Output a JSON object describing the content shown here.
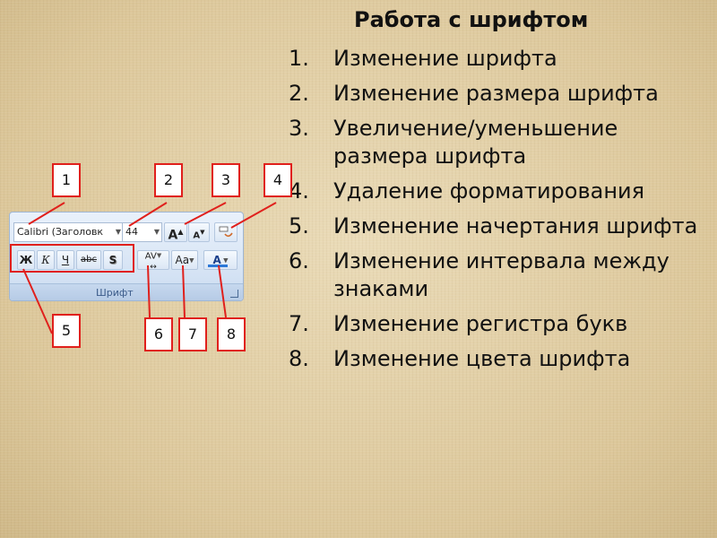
{
  "slide": {
    "title": "Работа с шрифтом",
    "items": [
      {
        "num": "1.",
        "text": "Изменение шрифта"
      },
      {
        "num": "2.",
        "text": "Изменение размера шрифта"
      },
      {
        "num": "3.",
        "text": "Увеличение/уменьшение размера шрифта"
      },
      {
        "num": "4.",
        "text": "Удаление форматирования"
      },
      {
        "num": "5.",
        "text": "Изменение начертания шрифта"
      },
      {
        "num": "6.",
        "text": "Изменение интервала между знаками"
      },
      {
        "num": "7.",
        "text": "Изменение регистра букв"
      },
      {
        "num": "8.",
        "text": "Изменение цвета шрифта"
      }
    ]
  },
  "ribbon": {
    "font_name": "Calibri (Заголовк",
    "font_size": "44",
    "grow_label": "A",
    "shrink_label": "A",
    "bold_label": "Ж",
    "italic_label": "К",
    "underline_label": "Ч",
    "strike_label": "abc",
    "shadow_label": "S",
    "spacing_label": "AV",
    "case_label": "Aa",
    "color_label": "A",
    "group_label": "Шрифт",
    "accent_color": "#2c78d8"
  },
  "callouts": [
    "1",
    "2",
    "3",
    "4",
    "5",
    "6",
    "7",
    "8"
  ],
  "colors": {
    "callout_border": "#e0201c",
    "background": "#e2cfa6"
  }
}
